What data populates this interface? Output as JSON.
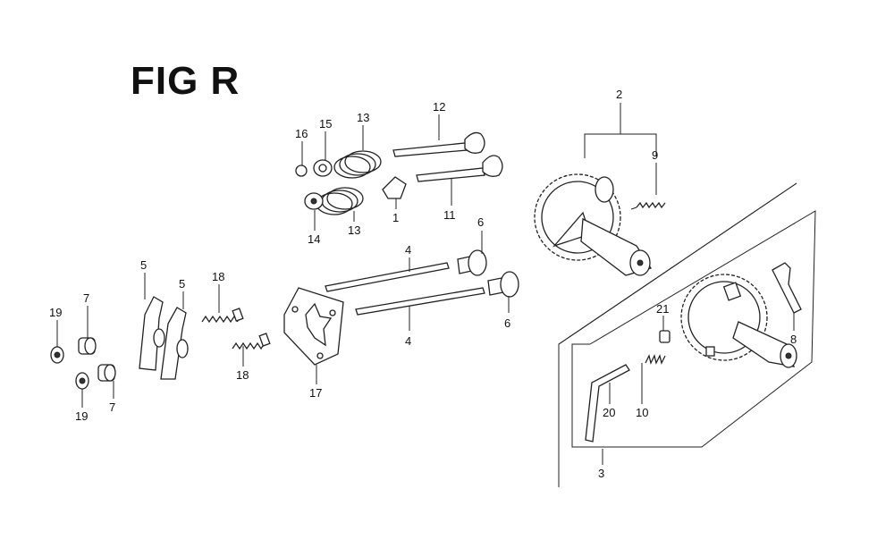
{
  "figure": {
    "title": "FIG R"
  },
  "callouts": {
    "c2": "2",
    "c9": "9",
    "c12": "12",
    "c13a": "13",
    "c13b": "13",
    "c15": "15",
    "c16": "16",
    "c14": "14",
    "c1": "1",
    "c11": "11",
    "c6a": "6",
    "c6b": "6",
    "c4a": "4",
    "c4b": "4",
    "c5a": "5",
    "c5b": "5",
    "c18a": "18",
    "c18b": "18",
    "c17": "17",
    "c19a": "19",
    "c19b": "19",
    "c7a": "7",
    "c7b": "7",
    "c21": "21",
    "c8": "8",
    "c20": "20",
    "c10": "10",
    "c3": "3"
  }
}
